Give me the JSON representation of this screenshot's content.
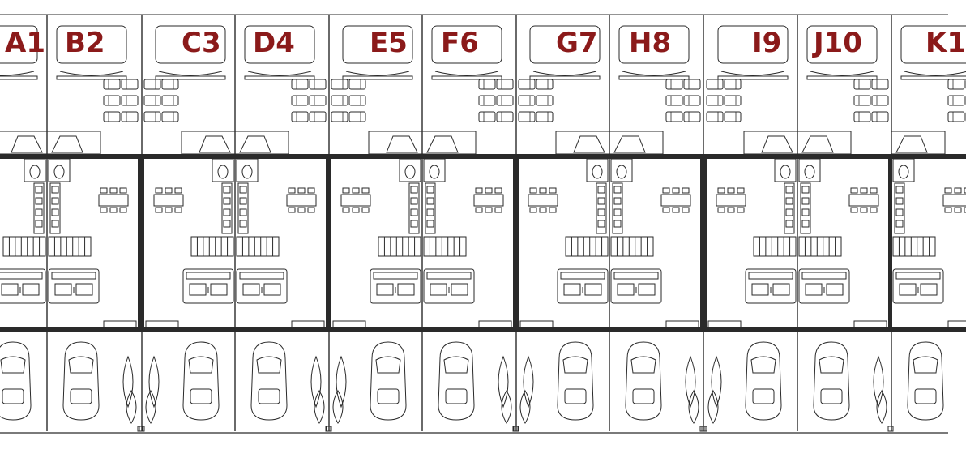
{
  "plan": {
    "label_color": "#8b1a1a",
    "line_color": "#2a2a2a",
    "light_line_color": "#9a9a9a",
    "units": [
      {
        "label": "A1"
      },
      {
        "label": "B2"
      },
      {
        "label": "C3"
      },
      {
        "label": "D4"
      },
      {
        "label": "E5"
      },
      {
        "label": "F6"
      },
      {
        "label": "G7"
      },
      {
        "label": "H8"
      },
      {
        "label": "I9"
      },
      {
        "label": "J10"
      },
      {
        "label": "K1"
      }
    ]
  }
}
